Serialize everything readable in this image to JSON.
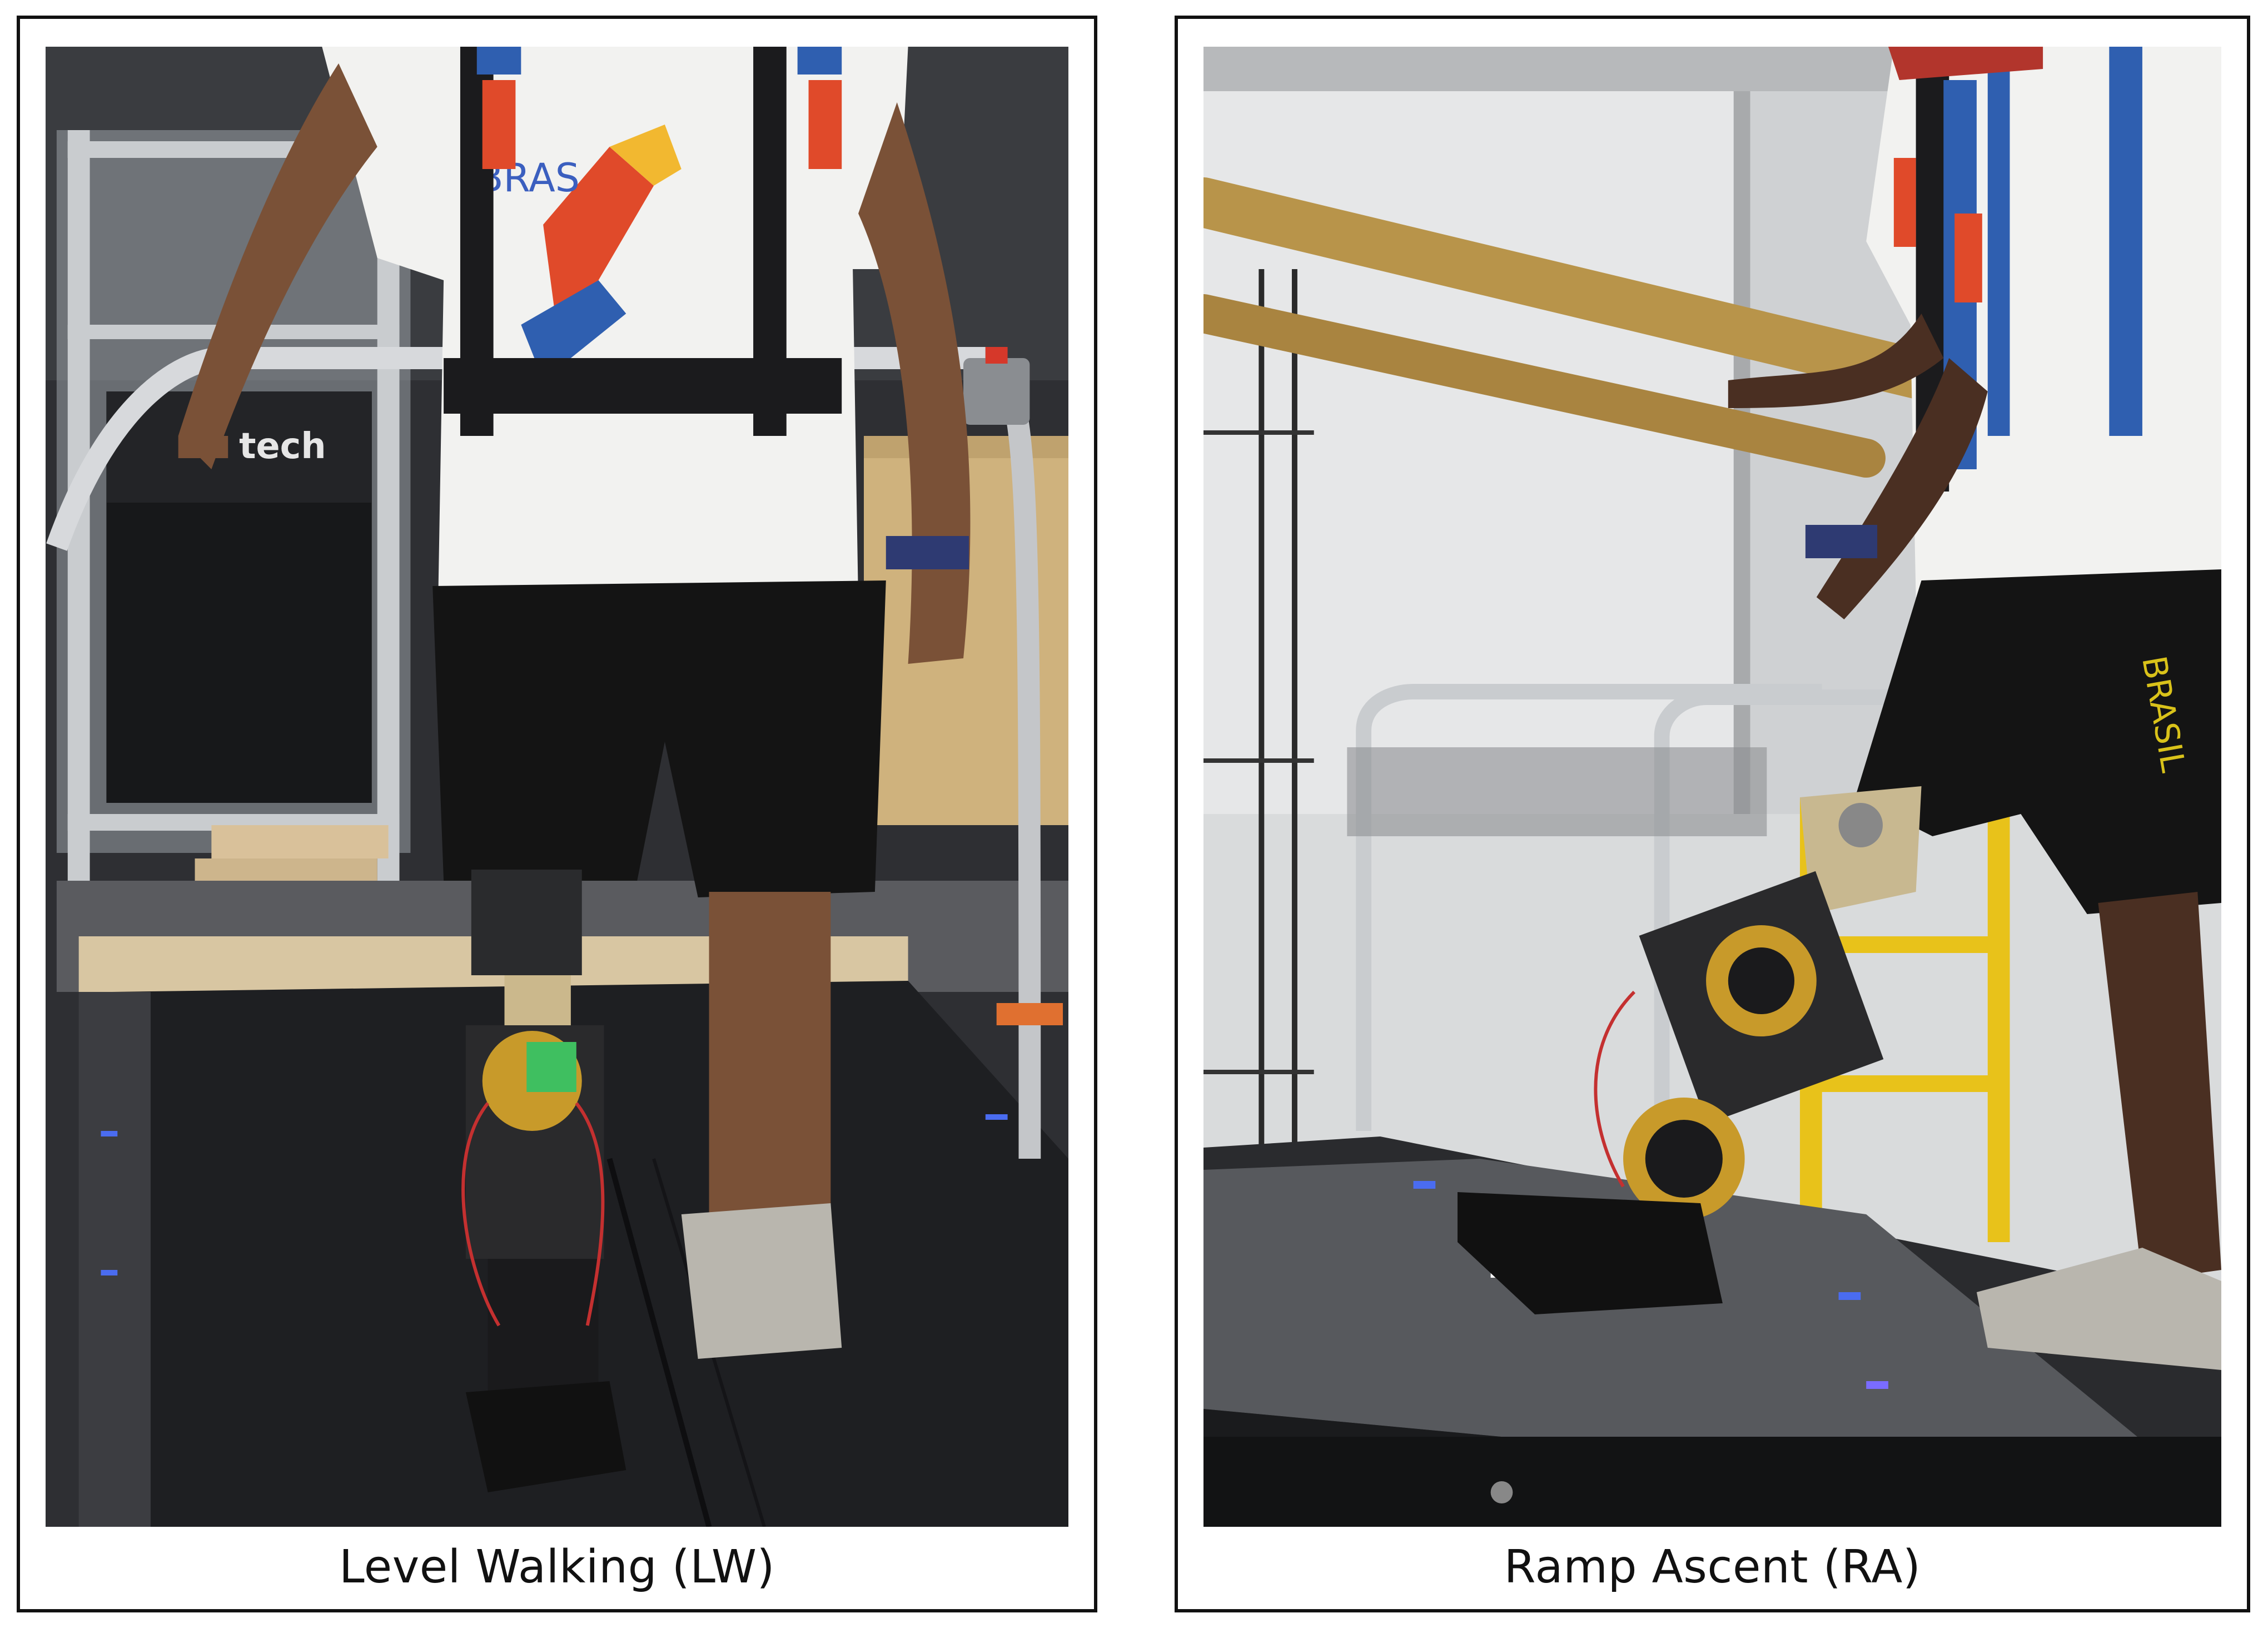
{
  "panels": [
    {
      "caption": "Level Walking (LW)",
      "sign_text": "tech",
      "shirt_text": "BRAS"
    },
    {
      "caption": "Ramp Ascent (RA)",
      "shorts_text": "BRASIL"
    }
  ],
  "colors": {
    "treadmill_belt": "#1e1f22",
    "shirt": "#f2f2f0",
    "shorts": "#141414",
    "handrail_gold": "#b8944a",
    "frame_aluminum": "#c9cccf",
    "harness_orange": "#e04a2a",
    "harness_blue": "#2f5fb0",
    "yellow_ladder": "#e8c21a",
    "tape_blue": "#4a6cf0"
  }
}
